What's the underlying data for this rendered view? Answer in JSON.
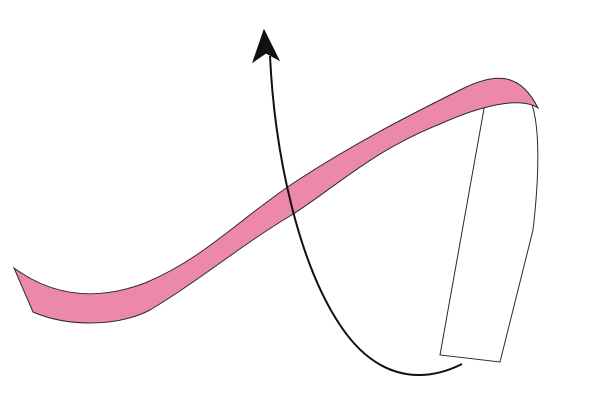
{
  "diagram": {
    "elements": [
      {
        "name": "pink-ribbon-band",
        "shape": "curved-band",
        "fill": "#ec88ac",
        "stroke": "#2b2b2b"
      },
      {
        "name": "ribbon-back-panel",
        "shape": "tilted-rectangle",
        "fill": "#ffffff",
        "stroke": "#2b2b2b"
      },
      {
        "name": "curved-arrow",
        "shape": "curve-with-arrowhead",
        "stroke": "#111111",
        "arrowhead": "up"
      }
    ]
  },
  "colors": {
    "background": "#ffffff",
    "ribbon_fill": "#ec88ac",
    "outline": "#2b2b2b",
    "arrow": "#111111"
  }
}
